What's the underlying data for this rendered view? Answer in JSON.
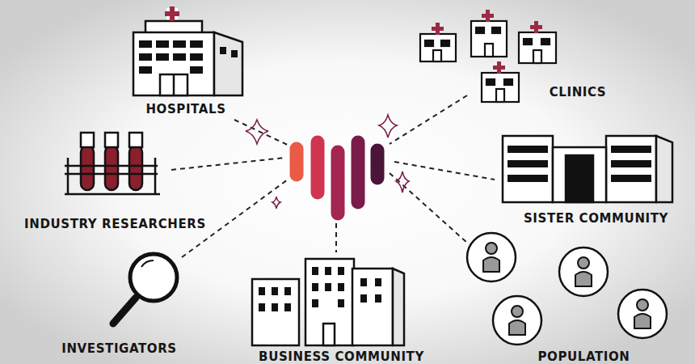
{
  "diagram": {
    "nodes": [
      {
        "text": [
          "HOSPITALS"
        ]
      },
      {
        "text": [
          "CLINICS"
        ]
      },
      {
        "text": [
          "INDUSTRY RESEARCHERS"
        ]
      },
      {
        "text": [
          "SISTER COMMUNITY"
        ]
      },
      {
        "text": [
          "INVESTIGATORS"
        ]
      },
      {
        "text": [
          "BUSINESS COMMUNITY"
        ]
      },
      {
        "text": [
          "POPULATION"
        ]
      }
    ]
  }
}
